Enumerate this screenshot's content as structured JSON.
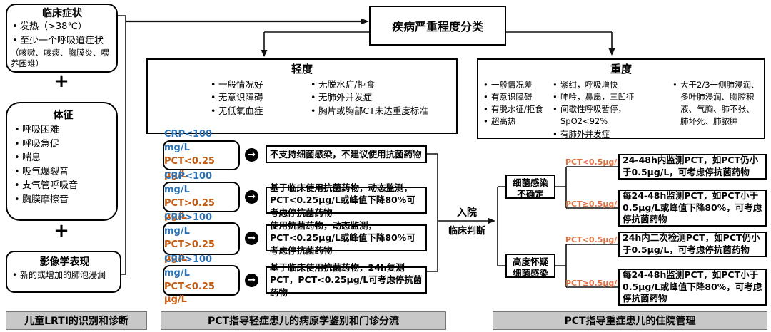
{
  "icons": {
    "flow_arrow": "→"
  },
  "colors": {
    "crp_blue": "#2E74B5",
    "pct_orange": "#C55A11",
    "pct_branch_orange": "#E07040",
    "footer_gray": "#C8C8C8",
    "line_black": "#111111"
  },
  "diagnosis": {
    "clinical": {
      "title": "临床症状",
      "items": [
        "发热（>38℃）",
        "至少一个呼吸道症状"
      ],
      "note": "（咳嗽、咳痰、胸膜炎、喂养困难）"
    },
    "plus_1": "+",
    "signs": {
      "title": "体征",
      "items": [
        "呼吸困难",
        "呼吸急促",
        "喘息",
        "吸气爆裂音",
        "支气管呼吸音",
        "胸膜摩擦音"
      ]
    },
    "plus_2": "+",
    "imaging": {
      "title": "影像学表现",
      "items": [
        "新的或增加的肺泡浸润"
      ]
    }
  },
  "severity": {
    "title": "疾病严重程度分类"
  },
  "mild": {
    "title": "轻度",
    "col1": [
      "一般情况好",
      "无意识障碍",
      "无低氧血症"
    ],
    "col2": [
      "无脱水症/拒食",
      "无肺外并发症",
      "胸片或胸部CT未达重度标准"
    ]
  },
  "severe": {
    "title": "重度",
    "col1": [
      "一般情况差",
      "有意识障碍",
      "有脱水征/拒食",
      "超高热"
    ],
    "col2": [
      "紫绀，呼吸增快",
      "呻吟，鼻扇，三凹征",
      "间歇性呼吸暂停，SpO2<92%",
      "有肺外并发症"
    ],
    "col3": [
      "大于2/3一侧肺浸润、多叶肺浸润、胸腔积液、气胸、肺不张、肺坏死、肺脓肿"
    ]
  },
  "outpatient": {
    "rows": [
      {
        "crp": "CRP<100 mg/L",
        "pct": "PCT<0.25 µg/L",
        "action": "不支持细菌感染，不建议使用抗菌药物"
      },
      {
        "crp": "CRP<100 mg/L",
        "pct": "PCT>0.25 µg/L",
        "action": "基于临床使用抗菌药物，动态监测，PCT<0.25µg/L或峰值下降80%可考虑停抗菌药物"
      },
      {
        "crp": "CRP>100 mg/L",
        "pct": "PCT>0.25 µg/L",
        "action": "使用抗菌药物，动态监测，PCT<0.25µg/L或峰值下降80%可考虑停抗菌药物"
      },
      {
        "crp": "CRP>100 mg/L",
        "pct": "PCT<0.25 µg/L",
        "action": "基于临床使用抗菌药物，24h复测PCT，PCT<0.25µg/L可考虑停抗菌药物"
      }
    ]
  },
  "admission": {
    "line1": "入院",
    "line2": "临床判断"
  },
  "inpatient": {
    "branches": [
      {
        "name_line1": "细菌感染",
        "name_line2": "不确定",
        "low_label": "PCT<0.5µg/L",
        "low_action": "24-48h内监测PCT，如PCT仍小于0.5µg/L，可考虑停抗菌药物",
        "high_label": "PCT≥0.5µg/L",
        "high_action": "每24-48h监测PCT，如PCT小于0.5µg/L或峰值下降80%，可考虑停抗菌药物"
      },
      {
        "name_line1": "高度怀疑",
        "name_line2": "细菌感染",
        "low_label": "PCT<0.5µg/L",
        "low_action": "24h内二次检测PCT，如PCT仍小于0.5µg/L，可考虑停抗菌药物",
        "high_label": "PCT≥0.5µg/L",
        "high_action": "每24-48h监测PCT，如PCT小于0.5µg/L或峰值下降80%，可考虑停抗菌药物"
      }
    ]
  },
  "footers": [
    "儿童LRTI的识别和诊断",
    "PCT指导轻症患儿的病原学鉴别和门诊分流",
    "PCT指导重症患儿的住院管理"
  ]
}
